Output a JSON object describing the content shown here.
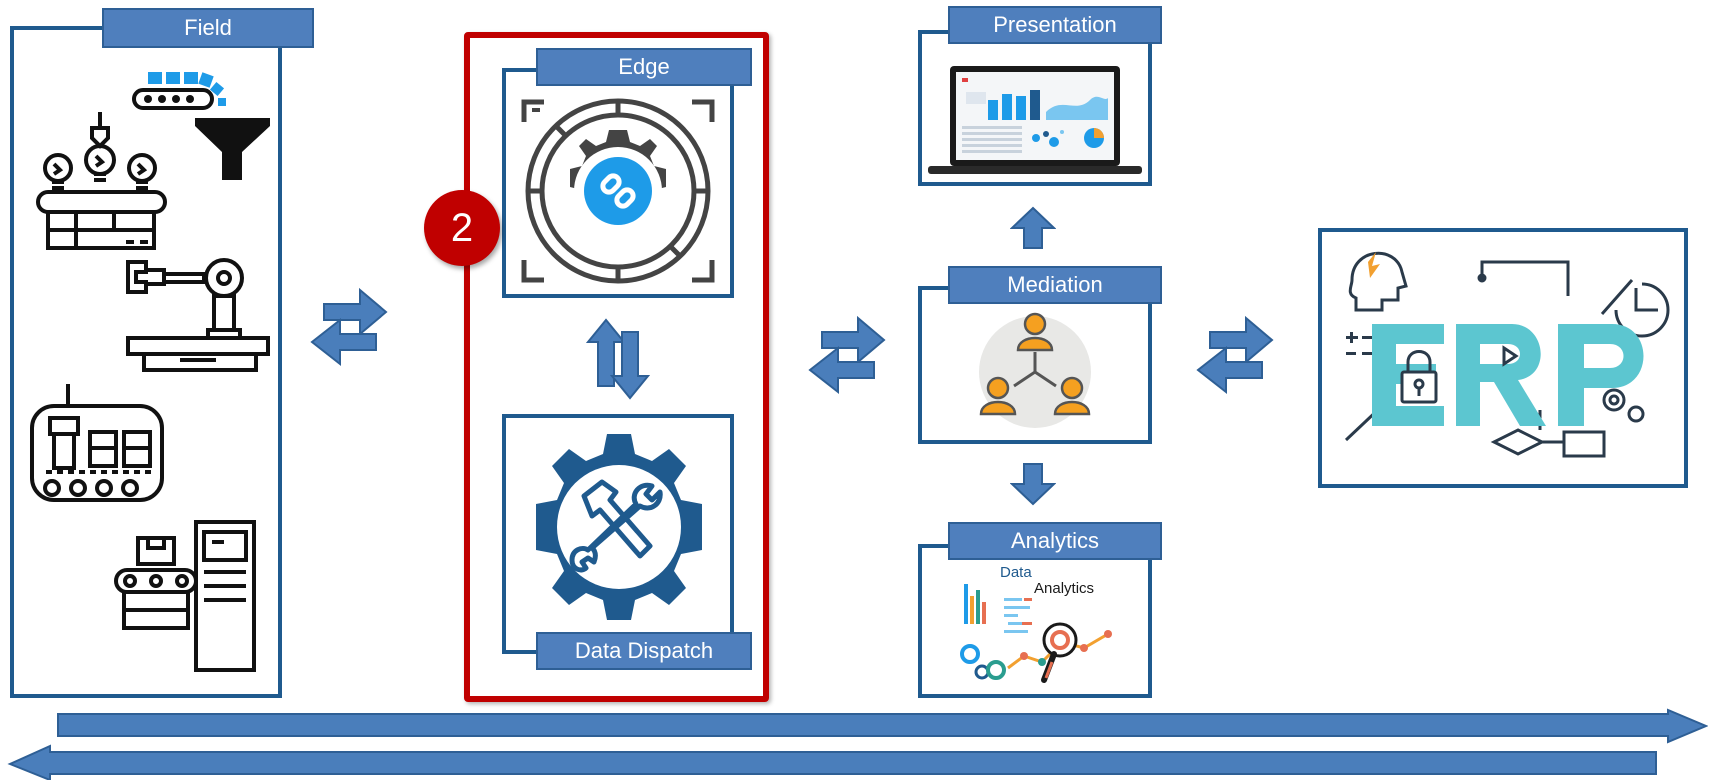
{
  "diagram": {
    "field": {
      "title": "Field"
    },
    "edge": {
      "title": "Edge",
      "badge": "2"
    },
    "dispatch": {
      "title": "Data Dispatch"
    },
    "presentation": {
      "title": "Presentation"
    },
    "mediation": {
      "title": "Mediation"
    },
    "analytics": {
      "title": "Analytics",
      "image_text_1": "Data",
      "image_text_2": "Analytics"
    },
    "erp": {
      "letters": "ERP"
    },
    "colors": {
      "box_border": "#1f5a8e",
      "tab_fill": "#4f7fbd",
      "arrow_fill": "#4a7ebb",
      "highlight_red": "#c00000",
      "icon_dark": "#1f5a8e",
      "icon_blue": "#1e9be8",
      "erp_teal": "#5cc6d0"
    }
  }
}
